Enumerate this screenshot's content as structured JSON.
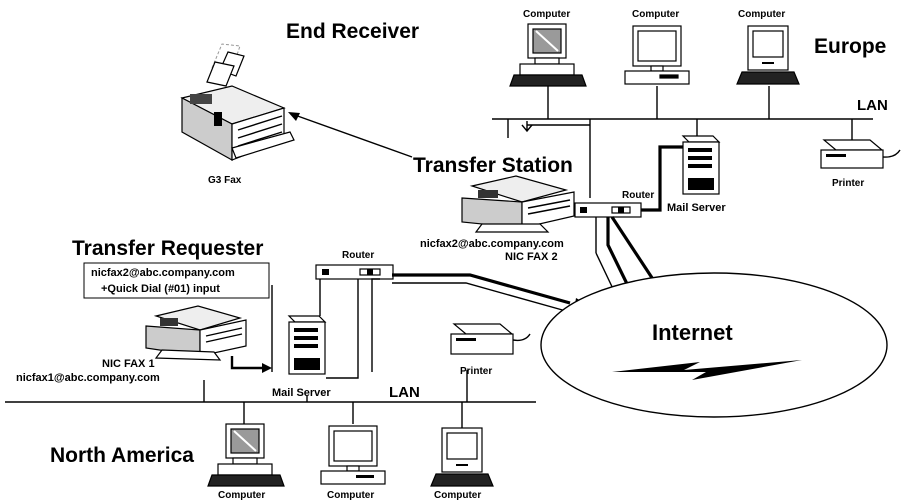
{
  "regions": {
    "end_receiver": "End Receiver",
    "europe": "Europe",
    "transfer_station": "Transfer Station",
    "transfer_requester": "Transfer Requester",
    "north_america": "North America"
  },
  "europe": {
    "computers": [
      "Computer",
      "Computer",
      "Computer"
    ],
    "lan": "LAN",
    "printer": "Printer",
    "mail_server": "Mail Server",
    "router": "Router",
    "nic_fax_email": "nicfax2@abc.company.com",
    "nic_fax_name": "NIC FAX 2"
  },
  "end_receiver": {
    "fax_label": "G3 Fax"
  },
  "requester": {
    "box_line1": "nicfax2@abc.company.com",
    "box_line2": "+Quick Dial (#01) input",
    "router": "Router",
    "nic_fax_name": "NIC FAX 1",
    "nic_fax_email": "nicfax1@abc.company.com",
    "mail_server": "Mail Server",
    "printer": "Printer",
    "lan": "LAN",
    "computers": [
      "Computer",
      "Computer",
      "Computer"
    ]
  },
  "internet": {
    "label": "Internet"
  },
  "icons": [
    "computer-crt-icon",
    "computer-desktop-icon",
    "computer-mac-icon",
    "printer-icon",
    "fax-machine-icon",
    "router-icon",
    "mail-server-icon",
    "lightning-bolt-icon"
  ]
}
